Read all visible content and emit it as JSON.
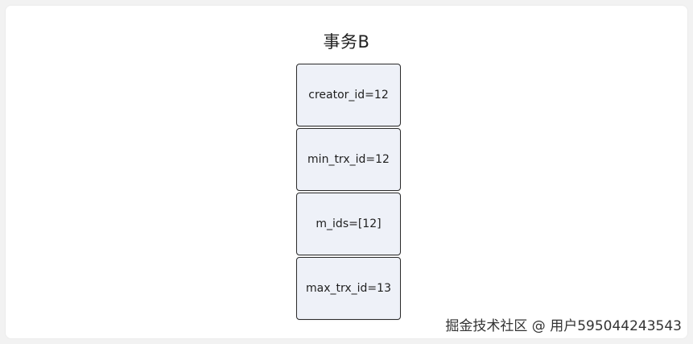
{
  "diagram": {
    "title": "事务B",
    "cells": [
      "creator_id=12",
      "min_trx_id=12",
      "m_ids=[12]",
      "max_trx_id=13"
    ]
  },
  "watermark": "掘金技术社区 @ 用户595044243543",
  "colors": {
    "cell_fill": "#eef1f8",
    "cell_border": "#2b2b2b",
    "background": "#ffffff"
  }
}
